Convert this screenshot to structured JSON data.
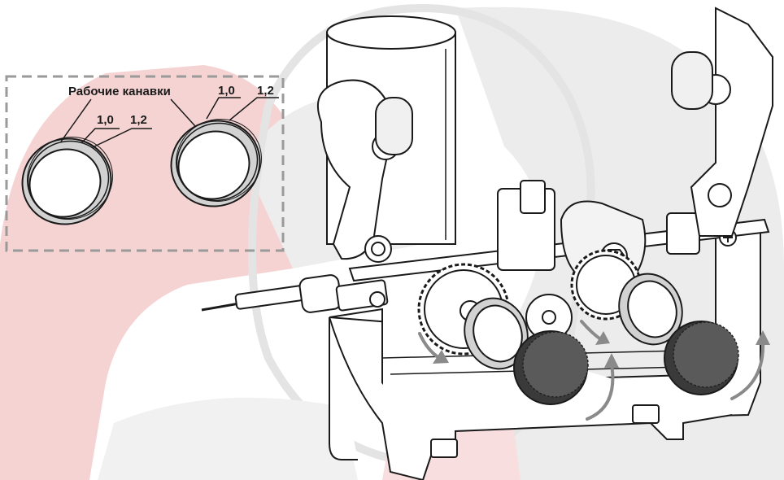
{
  "callout": {
    "title": "Рабочие канавки",
    "left_roller": {
      "groove_a": "1,0",
      "groove_b": "1,2"
    },
    "right_roller": {
      "groove_a": "1,0",
      "groove_b": "1,2"
    }
  },
  "colors": {
    "watermark_red": "#f6d3d3",
    "watermark_gray": "#ececec",
    "line": "#1a1a1a",
    "knob": "#555555",
    "arrow": "#8a8a8a",
    "dashed_frame": "#9a9a9a"
  }
}
